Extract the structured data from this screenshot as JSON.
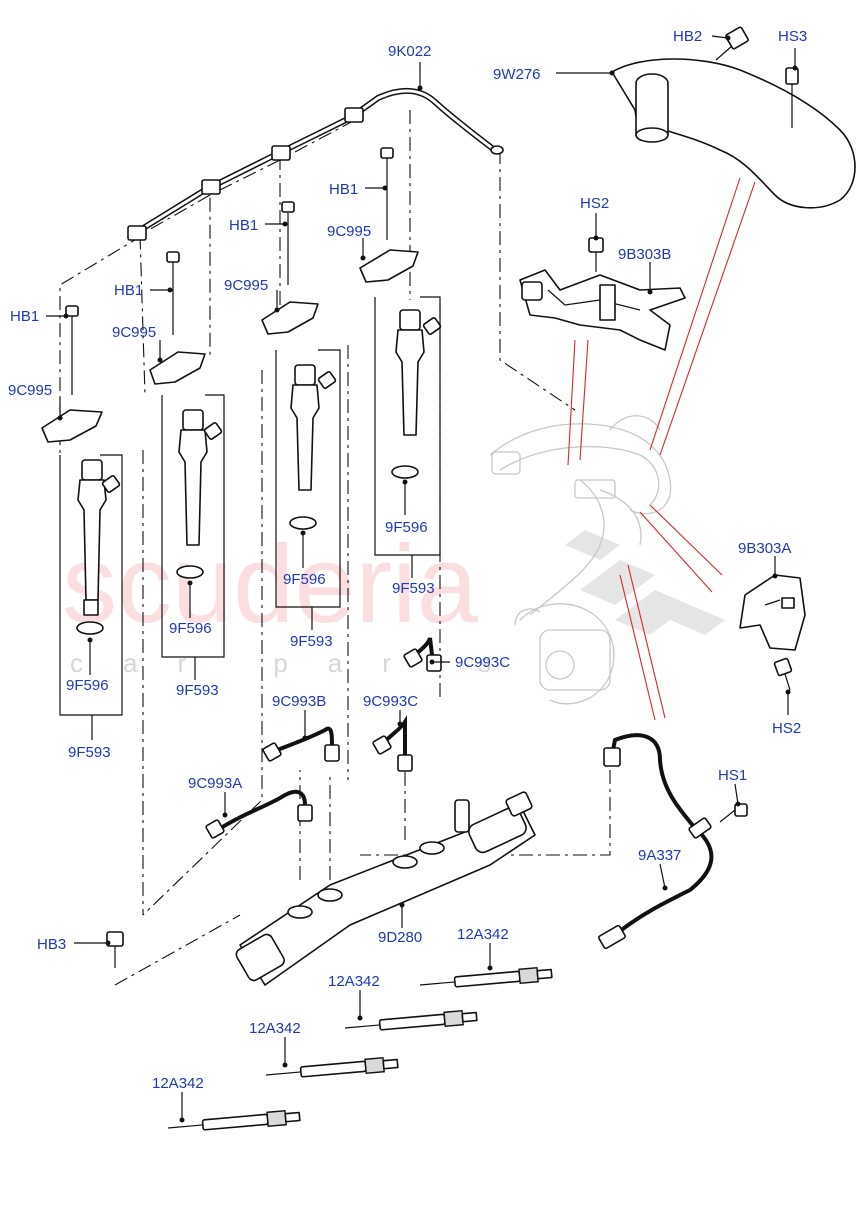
{
  "watermark": {
    "brand": "scuderia",
    "tagline": "car parts"
  },
  "callouts": [
    "9K022",
    "HB2",
    "HS3",
    "9W276",
    "HB1",
    "9C995",
    "HB1",
    "9C995",
    "HB1",
    "9C995",
    "HB1",
    "9C995",
    "HS2",
    "9B303B",
    "9F596",
    "9F593",
    "9F596",
    "9F593",
    "9F596",
    "9F593",
    "9F596",
    "9F593",
    "9B303A",
    "HS2",
    "9C993C",
    "9C993B",
    "9C993C",
    "9C993A",
    "HS1",
    "9A337",
    "9D280",
    "HB3",
    "12A342",
    "12A342",
    "12A342",
    "12A342"
  ],
  "colors": {
    "callout": "#1f3ab4",
    "leader_red": "#e0242b",
    "watermark": "#f7c4c8"
  }
}
